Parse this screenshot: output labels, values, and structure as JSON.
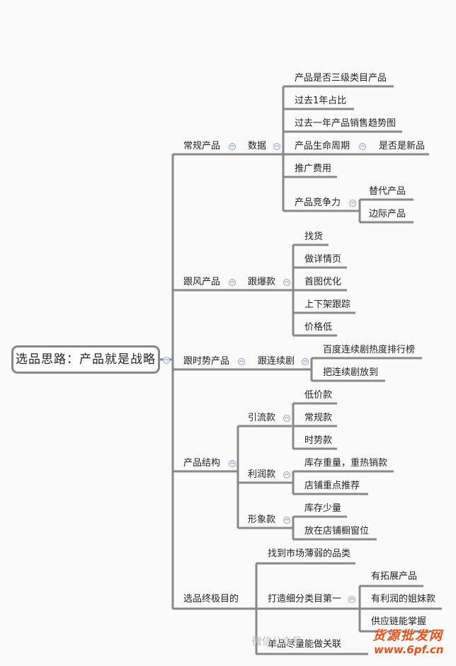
{
  "root": "选品思路：产品就是战略",
  "n": {
    "changgui": "常规产品",
    "shuju": "数据",
    "shuju_items": [
      "产品是否三级类目产品",
      "过去1年占比",
      "过去一年产品销售趋势图",
      "产品生命周期",
      "推广费用",
      "产品竞争力"
    ],
    "life_child": "是否是新品",
    "jingzheng_children": [
      "替代产品",
      "边际产品"
    ],
    "genfeng": "跟风产品",
    "genbaokuan": "跟爆款",
    "genbaokuan_items": [
      "找货",
      "做详情页",
      "首图优化",
      "上下架跟踪",
      "价格低"
    ],
    "genshishi": "跟时势产品",
    "genlianxuju": "跟连续剧",
    "genlianxuju_items": [
      "百度连续剧热度排行榜",
      "把连续剧放到"
    ],
    "jiegou": "产品结构",
    "yinliu": "引流款",
    "yinliu_items": [
      "低价款",
      "常规款",
      "时势款"
    ],
    "lirun": "利润款",
    "lirun_items": [
      "库存重量，重热销款",
      "店铺重点推荐"
    ],
    "xingxiang": "形象款",
    "xingxiang_items": [
      "库存少量",
      "放在店铺橱窗位"
    ],
    "zhongji": "选品终极目的",
    "zhongji_items": [
      "找到市场薄弱的品类",
      "打造细分类目第一",
      "单品尽量能做关联"
    ],
    "dazao_items": [
      "有拓展产品",
      "有利润的姐妹款",
      "供应链能掌握"
    ]
  },
  "watermark": {
    "left": "微信公众号",
    "logo": "货源批发网",
    "url": "www.6pf.cn"
  }
}
